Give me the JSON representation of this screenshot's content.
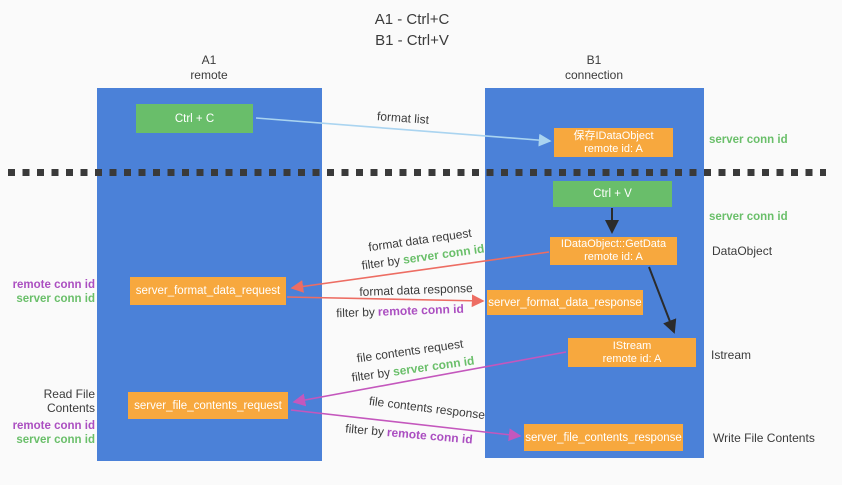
{
  "title": {
    "line1": "A1 - Ctrl+C",
    "line2": "B1 - Ctrl+V"
  },
  "columns": {
    "left": {
      "id": "A1",
      "role": "remote"
    },
    "right": {
      "id": "B1",
      "role": "connection"
    }
  },
  "nodes": {
    "ctrl_c": {
      "label": "Ctrl + C"
    },
    "save_idataobject": {
      "line1": "保存IDataObject",
      "line2": "remote id: A"
    },
    "ctrl_v": {
      "label": "Ctrl + V"
    },
    "getdata": {
      "line1": "IDataObject::GetData",
      "line2": "remote id: A"
    },
    "server_format_data_request": {
      "label": "server_format_data_request"
    },
    "server_format_data_response": {
      "label": "server_format_data_response"
    },
    "istream": {
      "line1": "IStream",
      "line2": "remote id: A"
    },
    "server_file_contents_request": {
      "label": "server_file_contents_request"
    },
    "server_file_contents_response": {
      "label": "server_file_contents_response"
    }
  },
  "annotations": {
    "server_conn_id_top": "server conn id",
    "server_conn_id_mid": "server conn id",
    "dataobject": "DataObject",
    "istream_side": "Istream",
    "write_file_contents": "Write File Contents",
    "read_file_contents": "Read File Contents",
    "remote_conn_id": "remote conn id",
    "server_conn_id": "server conn id"
  },
  "arrow_labels": {
    "format_list": "format list",
    "format_data_request": "format data request",
    "format_data_response": "format data response",
    "file_contents_request": "file contents request",
    "file_contents_response": "file contents response",
    "filter_by": "filter by",
    "server_conn_id": "server conn id",
    "remote_conn_id": "remote conn id"
  },
  "colors": {
    "column_blue": "#4b81d8",
    "box_green": "#69be6a",
    "box_orange": "#f7a83e",
    "arrow_light_blue": "#aad4f0",
    "arrow_red": "#ed6d63",
    "arrow_magenta": "#c457bd",
    "arrow_black": "#2b2b2b",
    "text_green": "#6abf6a",
    "text_purple": "#ab4fc1",
    "text_dark": "#3b3b3b",
    "background": "#fafafa"
  }
}
